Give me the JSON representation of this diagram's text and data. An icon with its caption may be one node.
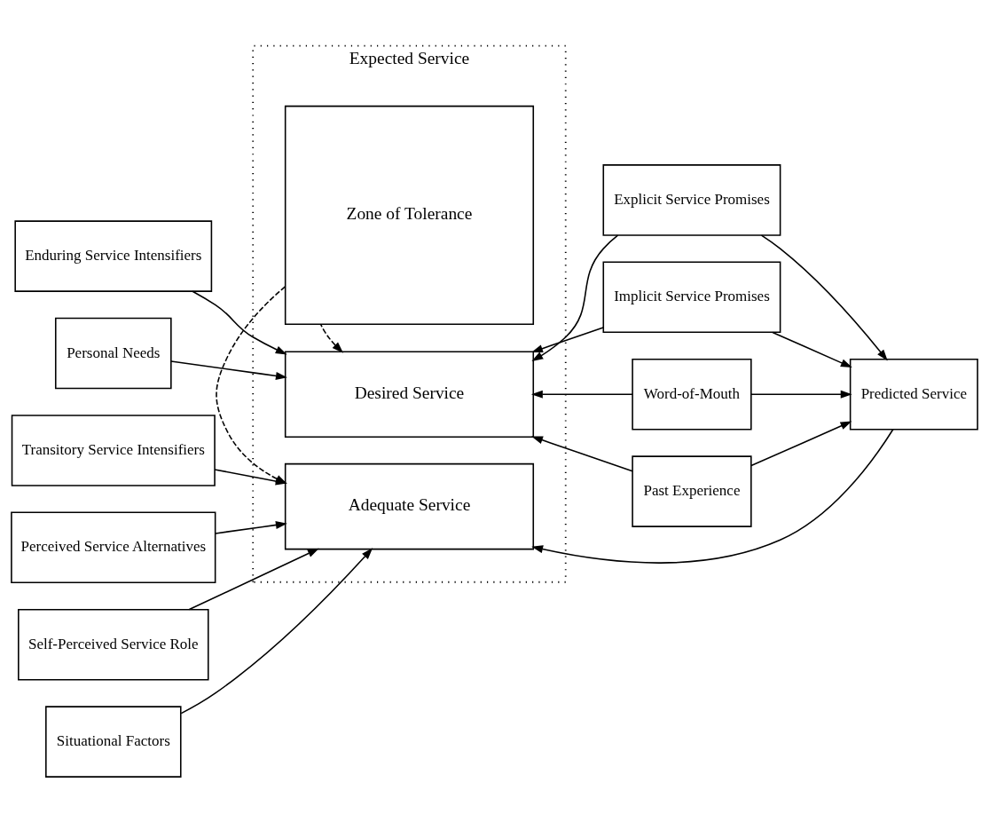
{
  "diagram": {
    "nodes": [
      {
        "text": [
          "Expected Service"
        ]
      },
      {
        "text": [
          "Desired Service"
        ],
        "in": 0
      },
      {
        "text": [
          "Zone of Tolerance"
        ],
        "in": 0
      },
      {
        "text": [
          "Adequate Service"
        ],
        "in": 0
      },
      {
        "text": [
          "Enduring Service Intensifiers"
        ]
      },
      {
        "text": [
          "Personal Needs"
        ]
      },
      {
        "text": [
          "Transitory Service Intensifiers"
        ]
      },
      {
        "text": [
          "Perceived Service Alternatives"
        ]
      },
      {
        "text": [
          "Self-Perceived Service Role"
        ]
      },
      {
        "text": [
          "Situational Factors"
        ]
      },
      {
        "text": [
          "Explicit Service Promises"
        ]
      },
      {
        "text": [
          "Implicit Service Promises"
        ]
      },
      {
        "text": [
          "Word-of-Mouth"
        ]
      },
      {
        "text": [
          "Past Experience"
        ]
      },
      {
        "text": [
          "Predicted Service"
        ]
      }
    ],
    "edges": [
      {
        "from": 4,
        "to": 1,
        "arrow": "to"
      },
      {
        "from": 5,
        "to": 1,
        "arrow": "to"
      },
      {
        "from": 2,
        "to": 1,
        "arrow": "to",
        "style": "dashed"
      },
      {
        "from": 2,
        "to": 3,
        "arrow": "to",
        "style": "dashed"
      },
      {
        "from": 6,
        "to": 3,
        "arrow": "to"
      },
      {
        "from": 7,
        "to": 3,
        "arrow": "to"
      },
      {
        "from": 8,
        "to": 3,
        "arrow": "to"
      },
      {
        "from": 9,
        "to": 3,
        "arrow": "to"
      },
      {
        "from": 10,
        "to": 1,
        "arrow": "to"
      },
      {
        "from": 11,
        "to": 1,
        "arrow": "to"
      },
      {
        "from": 12,
        "to": 1,
        "arrow": "to"
      },
      {
        "from": 13,
        "to": 1,
        "arrow": "to"
      },
      {
        "from": 10,
        "to": 14,
        "arrow": "to"
      },
      {
        "from": 11,
        "to": 14,
        "arrow": "to"
      },
      {
        "from": 12,
        "to": 14,
        "arrow": "to"
      },
      {
        "from": 13,
        "to": 14,
        "arrow": "to"
      },
      {
        "from": 14,
        "to": 3,
        "arrow": "to"
      }
    ]
  }
}
